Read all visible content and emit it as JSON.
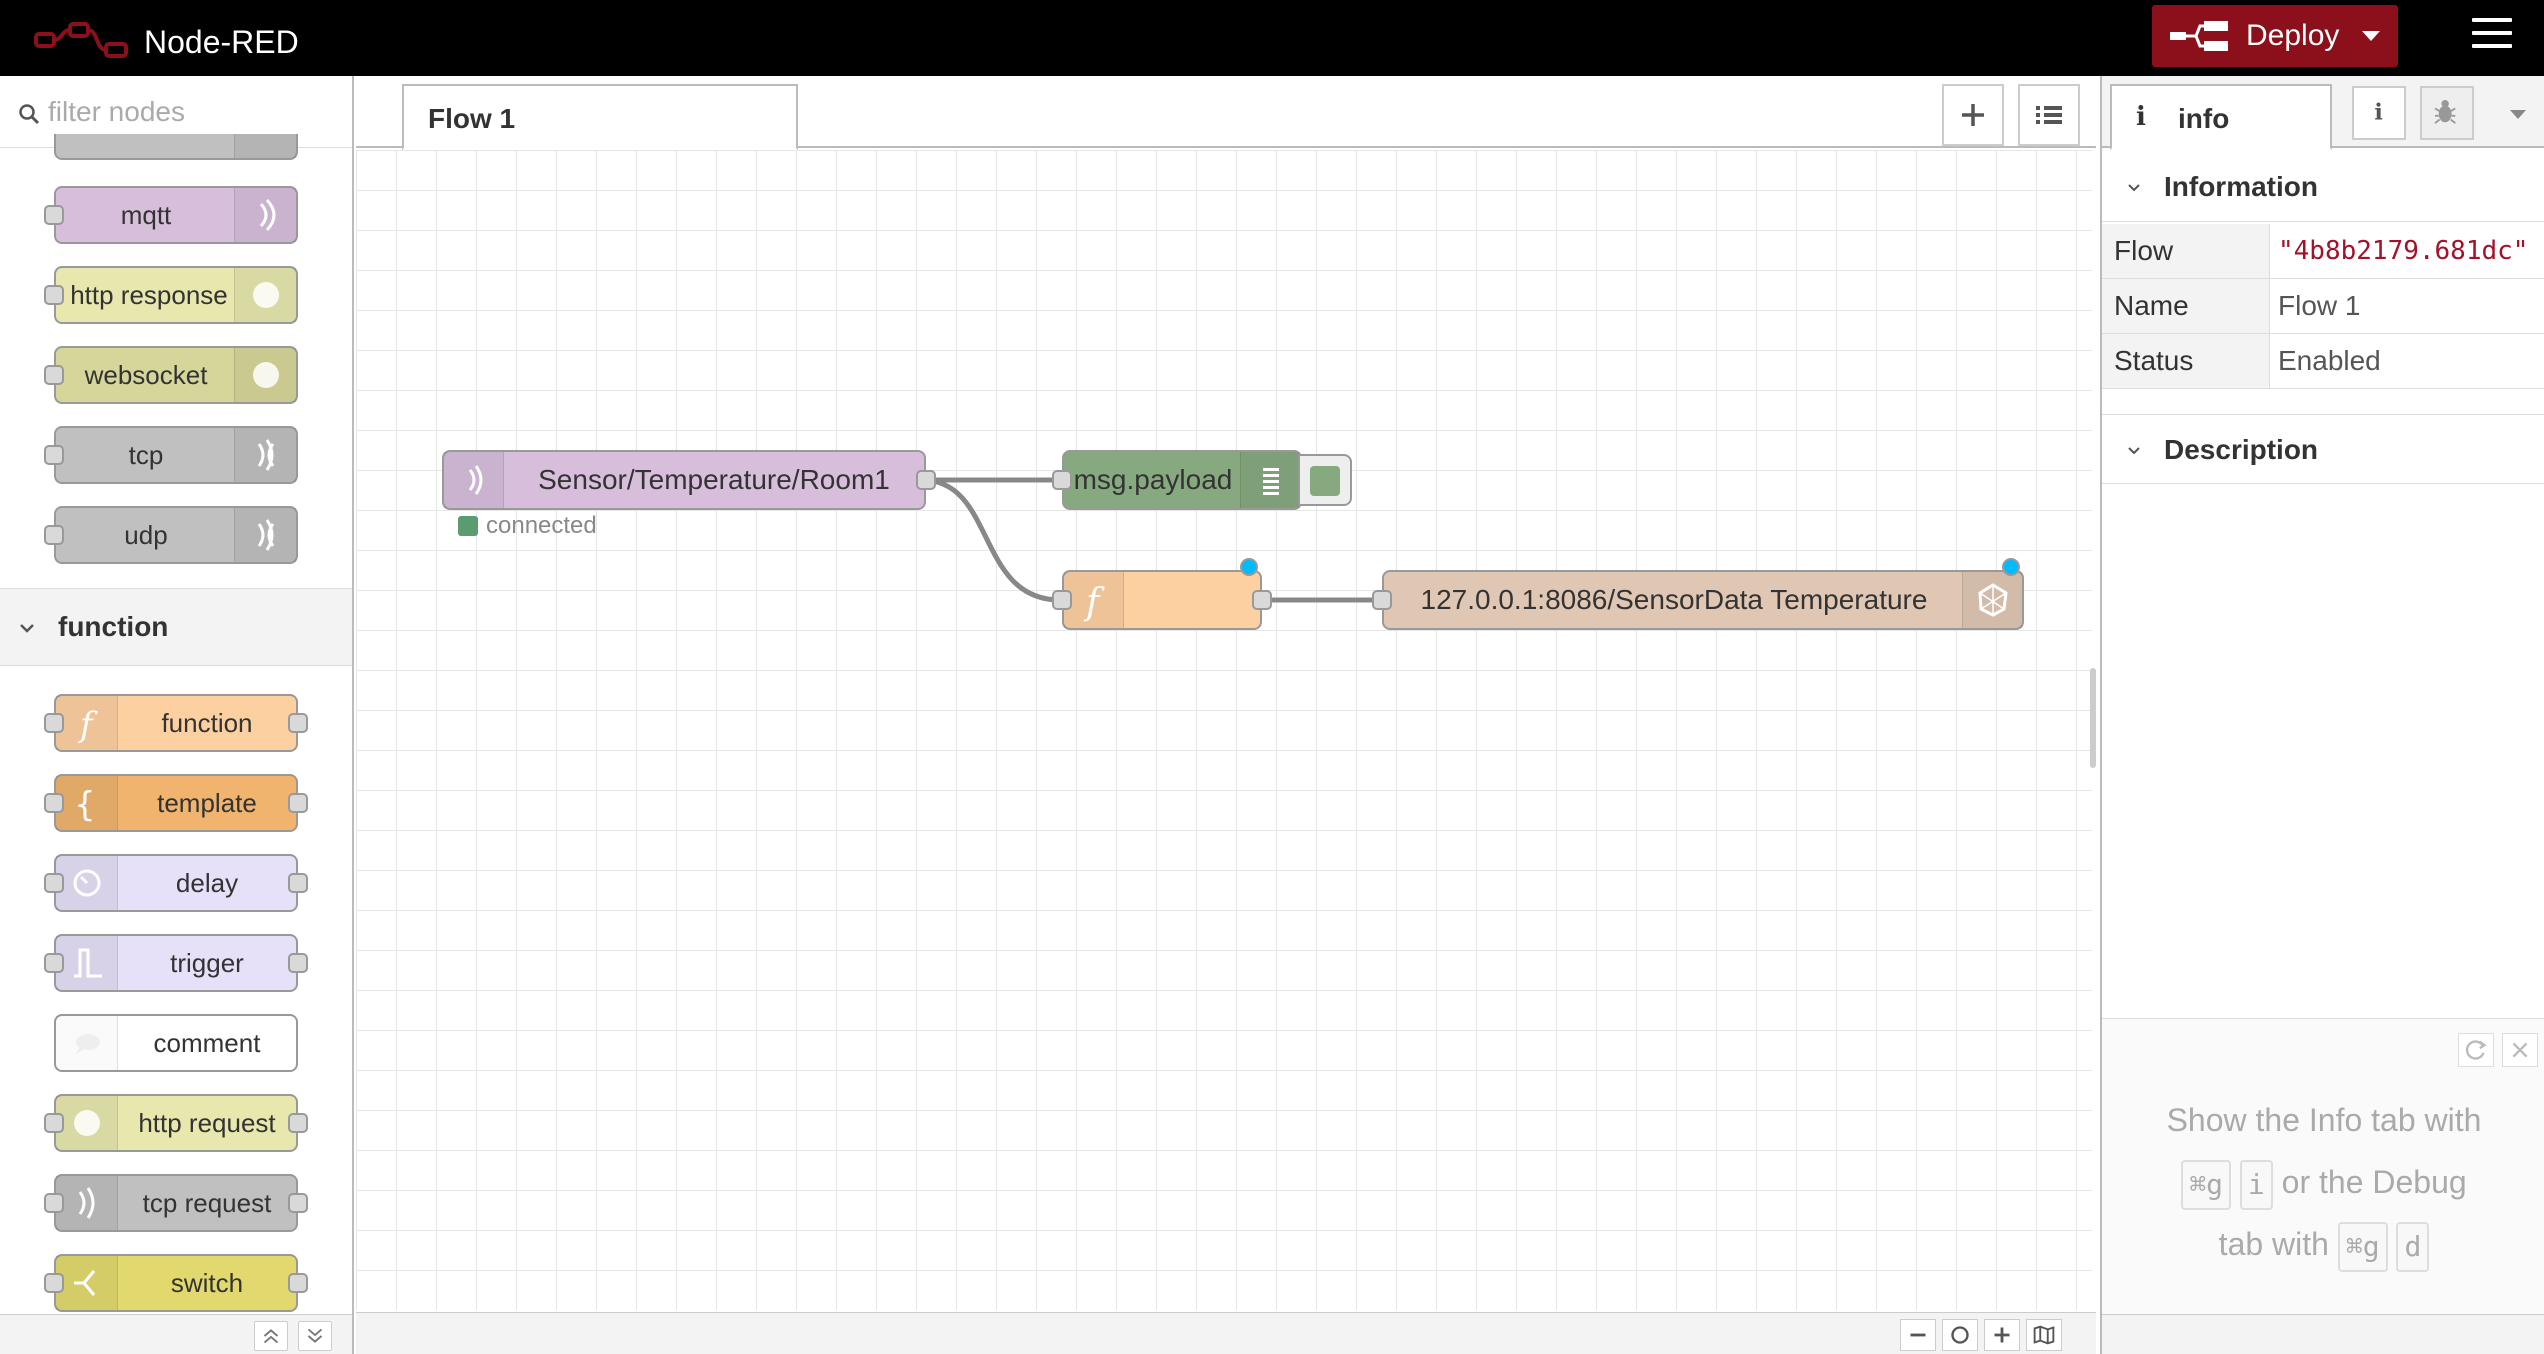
{
  "header": {
    "title": "Node-RED",
    "deploy_label": "Deploy",
    "logo_icon": "node-red-logo-icon",
    "deploy_color": "#8c101c"
  },
  "palette": {
    "search_placeholder": "filter nodes",
    "network_nodes": [
      {
        "label": "mqtt",
        "color": "#d7bfdc"
      },
      {
        "label": "http response",
        "color": "#e7e7ae"
      },
      {
        "label": "websocket",
        "color": "#d6d69a"
      },
      {
        "label": "tcp",
        "color": "#c0c0c0"
      },
      {
        "label": "udp",
        "color": "#c0c0c0"
      }
    ],
    "category_function": "function",
    "function_nodes": [
      {
        "label": "function",
        "color": "#fdd0a2"
      },
      {
        "label": "template",
        "color": "#f0b46e"
      },
      {
        "label": "delay",
        "color": "#e6e0f8"
      },
      {
        "label": "trigger",
        "color": "#e6e0f8"
      },
      {
        "label": "comment",
        "color": "#ffffff"
      },
      {
        "label": "http request",
        "color": "#e7e7ae"
      },
      {
        "label": "tcp request",
        "color": "#c0c0c0"
      },
      {
        "label": "switch",
        "color": "#e2d96e"
      }
    ]
  },
  "workspace": {
    "tab_label": "Flow 1",
    "nodes": {
      "mqtt_in": {
        "label": "Sensor/Temperature/Room1",
        "status": "connected",
        "color": "#d7bfdc"
      },
      "debug": {
        "label": "msg.payload",
        "color": "#87a980"
      },
      "function": {
        "label": "",
        "color": "#fdd0a2"
      },
      "influx": {
        "label": "127.0.0.1:8086/SensorData Temperature",
        "color": "#e0c7b4"
      }
    }
  },
  "sidebar": {
    "tab_label": "info",
    "tab_icon": "i",
    "section_information": "Information",
    "section_description": "Description",
    "rows": [
      {
        "key": "Flow",
        "value": "\"4b8b2179.681dc\""
      },
      {
        "key": "Name",
        "value": "Flow 1"
      },
      {
        "key": "Status",
        "value": "Enabled"
      }
    ],
    "tip": {
      "line1": "Show the Info tab with",
      "key_cmd": "⌘g",
      "key_i": "i",
      "mid": "or the Debug",
      "line3": "tab with",
      "key_d": "d"
    }
  }
}
